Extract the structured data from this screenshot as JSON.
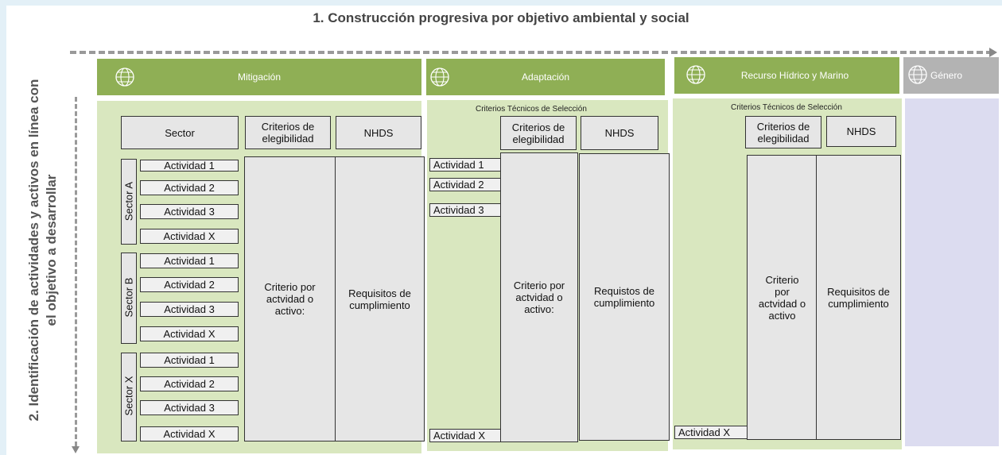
{
  "title": "1.  Construcción progresiva  por objetivo ambiental y social",
  "vertical_title": [
    "2. Identificación de actividades y activos en línea con",
    "el objetivo    a desarrollar"
  ],
  "headers": {
    "mitigacion": "Mitigación",
    "adaptacion": "Adaptación",
    "recurso": "Recurso Hídrico y Marino",
    "genero": "Género"
  },
  "criterios_tecnicos": "Criterios Técnicos de Selección",
  "mitigacion": {
    "sector_header": "Sector",
    "criterios_header": "Criterios de elegibilidad",
    "nhds_header": "NHDS",
    "criterio_body": "Criterio por actvidad o activo:",
    "requisitos_body": "Requisitos de cumplimiento",
    "sectors": [
      {
        "label": "Sector A",
        "activities": [
          "Actividad 1",
          "Actividad 2",
          "Actividad 3",
          "Actividad X"
        ]
      },
      {
        "label": "Sector B",
        "activities": [
          "Actividad 1",
          "Actividad 2",
          "Actividad 3",
          "Actividad X"
        ]
      },
      {
        "label": "Sector X",
        "activities": [
          "Actividad 1",
          "Actividad 2",
          "Actividad 3",
          "Actividad X"
        ]
      }
    ]
  },
  "adaptacion": {
    "criterios_header": "Criterios de elegibilidad",
    "nhds_header": "NHDS",
    "activities": [
      "Actividad 1",
      "Actividad 2",
      "Actividad 3",
      "Actividad X"
    ],
    "criterio_body": "Criterio por actvidad o activo:",
    "requisitos_body": "Requistos de cumplimiento"
  },
  "recurso": {
    "criterios_header": "Criterios de elegibilidad",
    "nhds_header": "NHDS",
    "activity": "Actividad X",
    "criterio_body": "Criterio por actvidad o activo",
    "requisitos_body": "Requisitos de cumplimiento"
  },
  "colors": {
    "header_green": "#8faf55",
    "panel_green": "#d9e7bf",
    "panel_lavender": "#dcdcf0",
    "box_gray": "#e6e6e6"
  },
  "icons": [
    "globe-icon"
  ]
}
